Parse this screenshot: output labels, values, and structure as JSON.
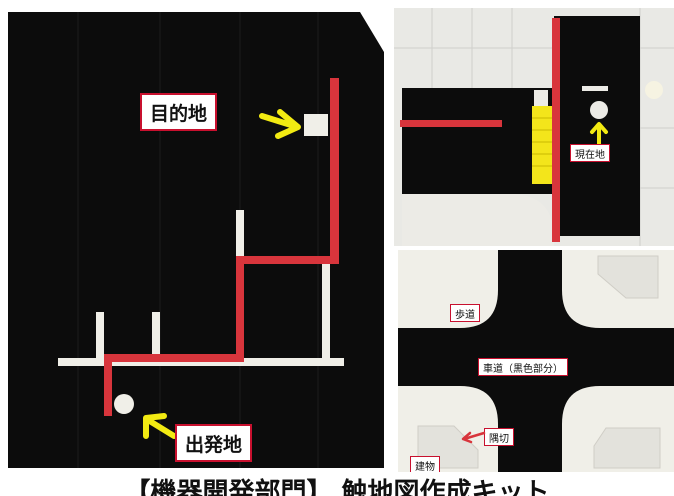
{
  "left_panel": {
    "destination_label": "目的地",
    "start_label": "出発地"
  },
  "top_right_panel": {
    "current_location_label": "現在地"
  },
  "bottom_right_panel": {
    "sidewalk_label": "歩道",
    "roadway_label": "車道（黒色部分）",
    "corner_label": "隅切",
    "building_label": "建物"
  },
  "caption": "【機器開発部門】 触地図作成キット",
  "colors": {
    "board": "#0c0c0c",
    "route": "#d8353c",
    "tactile_white": "#f0efe8",
    "arrow": "#f2ea12",
    "braille_block": "#f3e51b"
  }
}
